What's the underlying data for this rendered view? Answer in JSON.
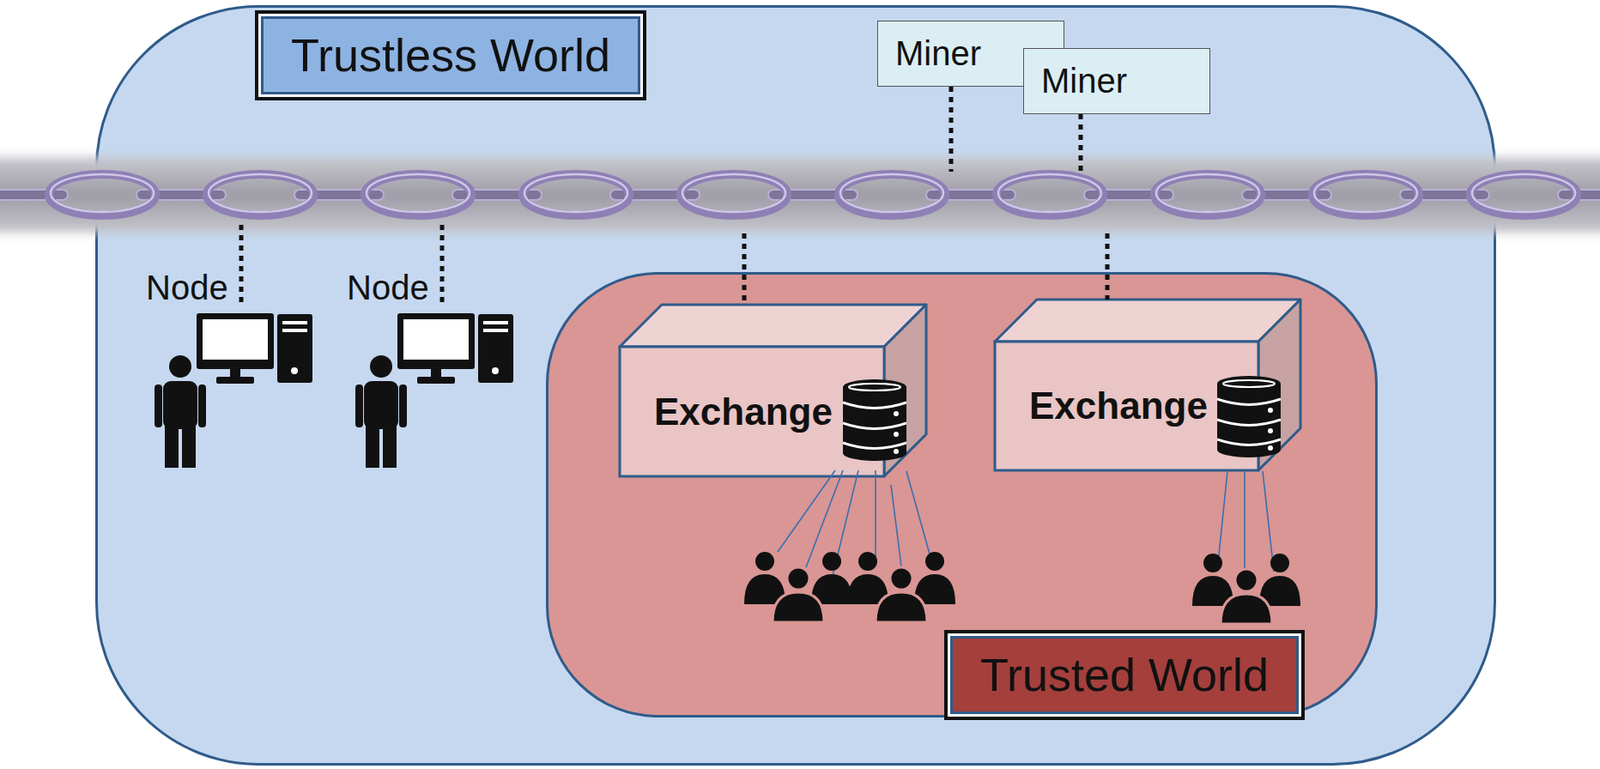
{
  "diagram": {
    "nodes": [
      {
        "text": [
          "Trustless World"
        ]
      },
      {
        "text": [
          "Miner"
        ],
        "in": 0
      },
      {
        "text": [
          "Miner"
        ],
        "in": 0
      },
      {
        "text": [
          "Node"
        ],
        "in": 0
      },
      {
        "text": [
          "Node"
        ],
        "in": 0
      },
      {
        "text": [
          "Trusted World"
        ],
        "in": 0
      },
      {
        "text": [
          "Exchange"
        ],
        "in": 5
      },
      {
        "text": [
          "Exchange"
        ],
        "in": 5
      }
    ]
  }
}
